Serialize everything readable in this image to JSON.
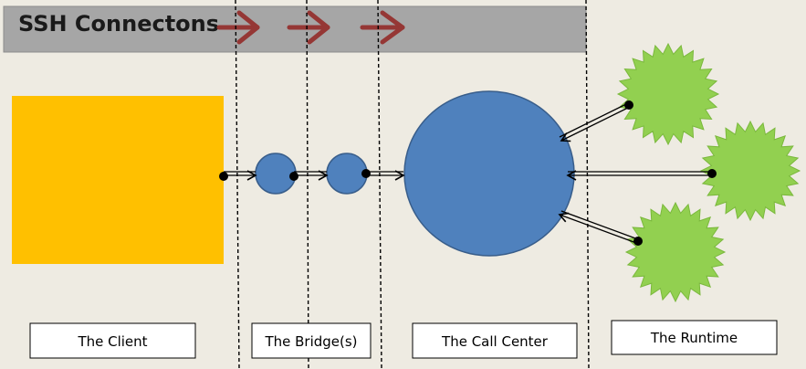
{
  "banner": {
    "title": "SSH Connectons",
    "fill_color": "#a6a6a6",
    "arrow_color": "#953735"
  },
  "labels": {
    "client": "The Client",
    "bridges": "The Bridge(s)",
    "call_center": "The Call Center",
    "runtime": "The Runtime"
  },
  "colors": {
    "background": "#eeebe2",
    "client_box": "#ffc000",
    "node_blue": "#4f81bd",
    "node_outline": "#385d8a",
    "runtime_star": "#92d050",
    "runtime_outline": "#7ab83c"
  }
}
